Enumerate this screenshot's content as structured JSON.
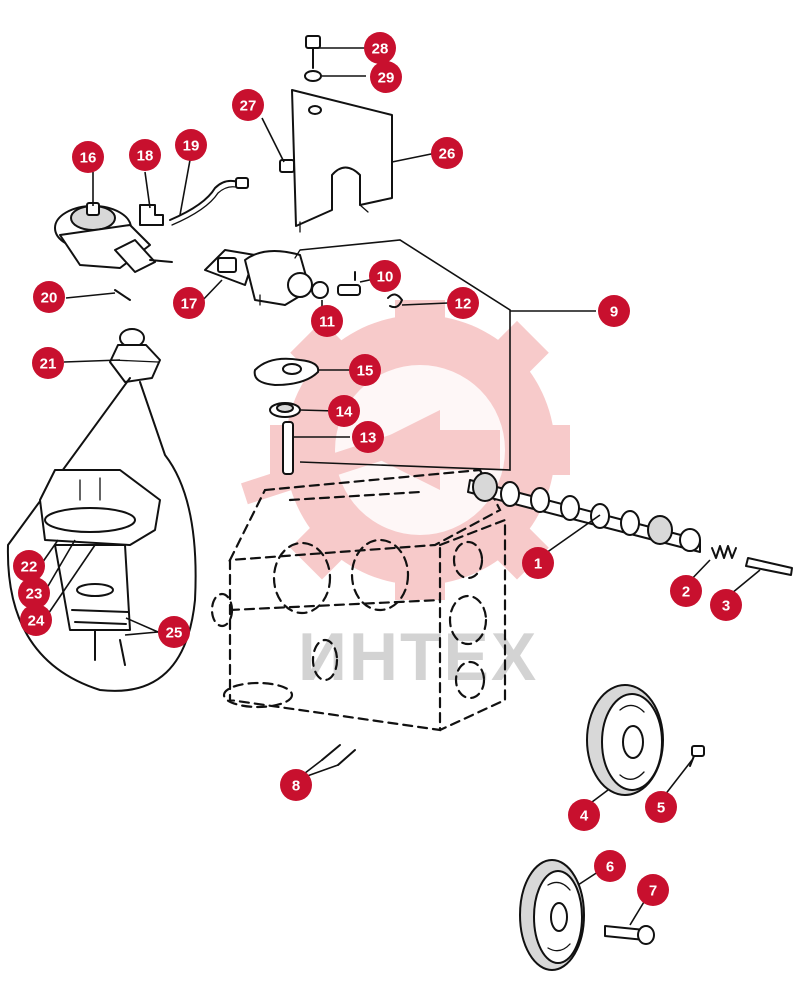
{
  "watermark": {
    "text": "ИНТЕХ",
    "color": "#f7c5c5"
  },
  "callout_color": "#c8102e",
  "callouts": [
    {
      "label": "1"
    },
    {
      "label": "2"
    },
    {
      "label": "3"
    },
    {
      "label": "4"
    },
    {
      "label": "5"
    },
    {
      "label": "6"
    },
    {
      "label": "7"
    },
    {
      "label": "8"
    },
    {
      "label": "9"
    },
    {
      "label": "10"
    },
    {
      "label": "11"
    },
    {
      "label": "12"
    },
    {
      "label": "13"
    },
    {
      "label": "14"
    },
    {
      "label": "15"
    },
    {
      "label": "16"
    },
    {
      "label": "17"
    },
    {
      "label": "18"
    },
    {
      "label": "19"
    },
    {
      "label": "20"
    },
    {
      "label": "21"
    },
    {
      "label": "22"
    },
    {
      "label": "23"
    },
    {
      "label": "24"
    },
    {
      "label": "25"
    },
    {
      "label": "26"
    },
    {
      "label": "27"
    },
    {
      "label": "28"
    },
    {
      "label": "29"
    }
  ]
}
